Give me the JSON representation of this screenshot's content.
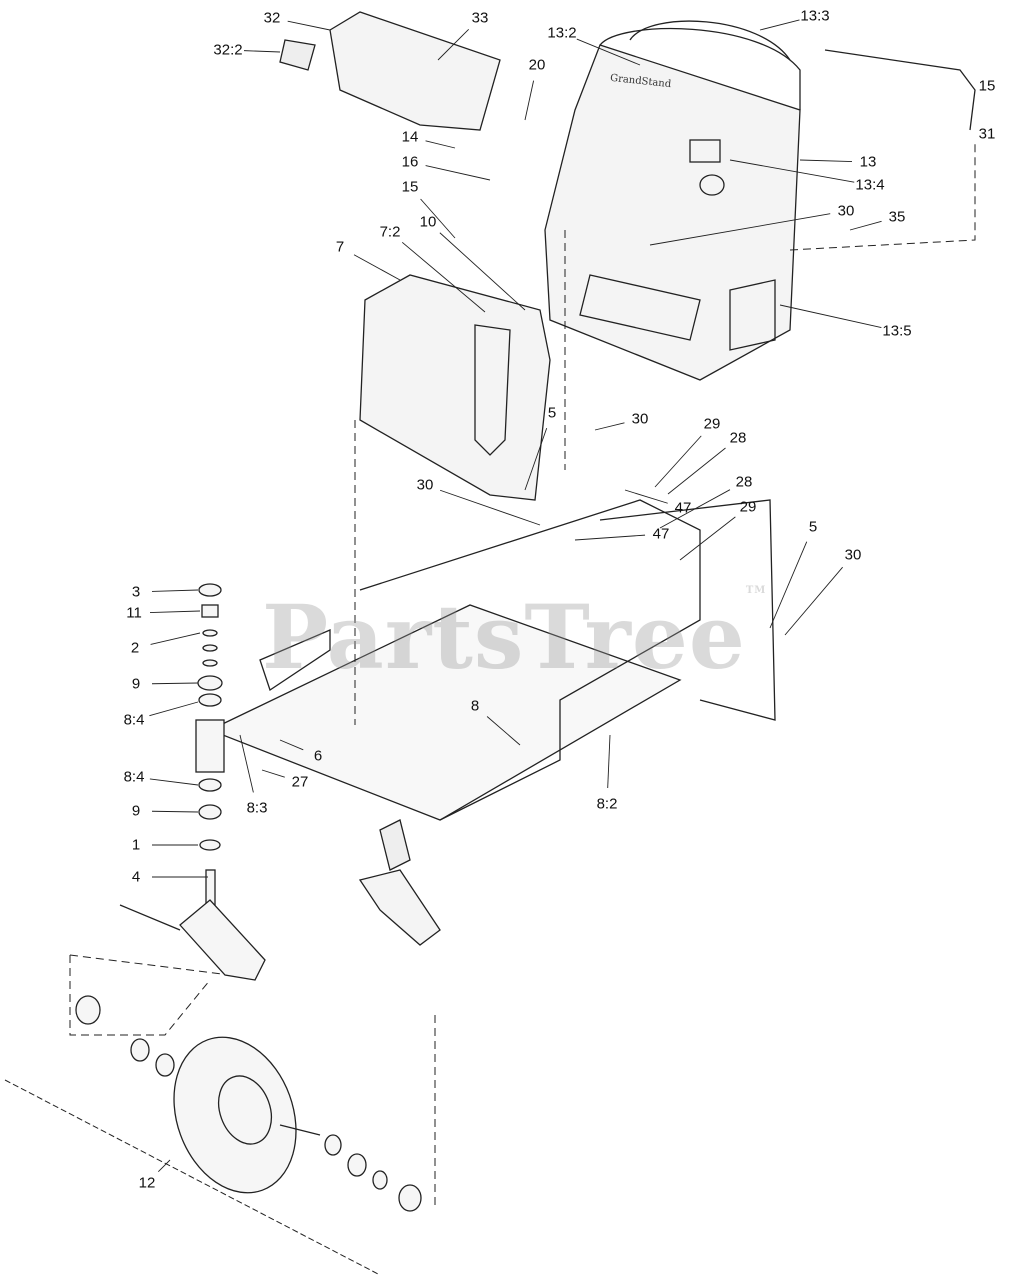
{
  "diagram": {
    "brand_on_console": "GrandStand",
    "watermark": "PartsTree",
    "watermark_tm": "TM",
    "callouts": [
      {
        "id": "c1",
        "text": "32"
      },
      {
        "id": "c2",
        "text": "32:2"
      },
      {
        "id": "c3",
        "text": "33"
      },
      {
        "id": "c4",
        "text": "13:2"
      },
      {
        "id": "c5",
        "text": "13:3"
      },
      {
        "id": "c6",
        "text": "20"
      },
      {
        "id": "c7",
        "text": "15"
      },
      {
        "id": "c8",
        "text": "31"
      },
      {
        "id": "c9",
        "text": "14"
      },
      {
        "id": "c10",
        "text": "16"
      },
      {
        "id": "c11",
        "text": "13"
      },
      {
        "id": "c12",
        "text": "15"
      },
      {
        "id": "c13",
        "text": "13:4"
      },
      {
        "id": "c14",
        "text": "30"
      },
      {
        "id": "c15",
        "text": "35"
      },
      {
        "id": "c16",
        "text": "10"
      },
      {
        "id": "c17",
        "text": "7:2"
      },
      {
        "id": "c18",
        "text": "7"
      },
      {
        "id": "c19",
        "text": "13:5"
      },
      {
        "id": "c20",
        "text": "5"
      },
      {
        "id": "c21",
        "text": "30"
      },
      {
        "id": "c22",
        "text": "29"
      },
      {
        "id": "c23",
        "text": "28"
      },
      {
        "id": "c24",
        "text": "30"
      },
      {
        "id": "c25",
        "text": "47"
      },
      {
        "id": "c26",
        "text": "28"
      },
      {
        "id": "c27",
        "text": "47"
      },
      {
        "id": "c28",
        "text": "29"
      },
      {
        "id": "c29",
        "text": "5"
      },
      {
        "id": "c30",
        "text": "30"
      },
      {
        "id": "c31",
        "text": "3"
      },
      {
        "id": "c32",
        "text": "11"
      },
      {
        "id": "c33",
        "text": "2"
      },
      {
        "id": "c34",
        "text": "9"
      },
      {
        "id": "c35",
        "text": "8:4"
      },
      {
        "id": "c36",
        "text": "8"
      },
      {
        "id": "c37",
        "text": "8:4"
      },
      {
        "id": "c38",
        "text": "6"
      },
      {
        "id": "c39",
        "text": "27"
      },
      {
        "id": "c40",
        "text": "9"
      },
      {
        "id": "c41",
        "text": "8:3"
      },
      {
        "id": "c42",
        "text": "8:2"
      },
      {
        "id": "c43",
        "text": "1"
      },
      {
        "id": "c44",
        "text": "4"
      },
      {
        "id": "c45",
        "text": "12"
      }
    ]
  }
}
